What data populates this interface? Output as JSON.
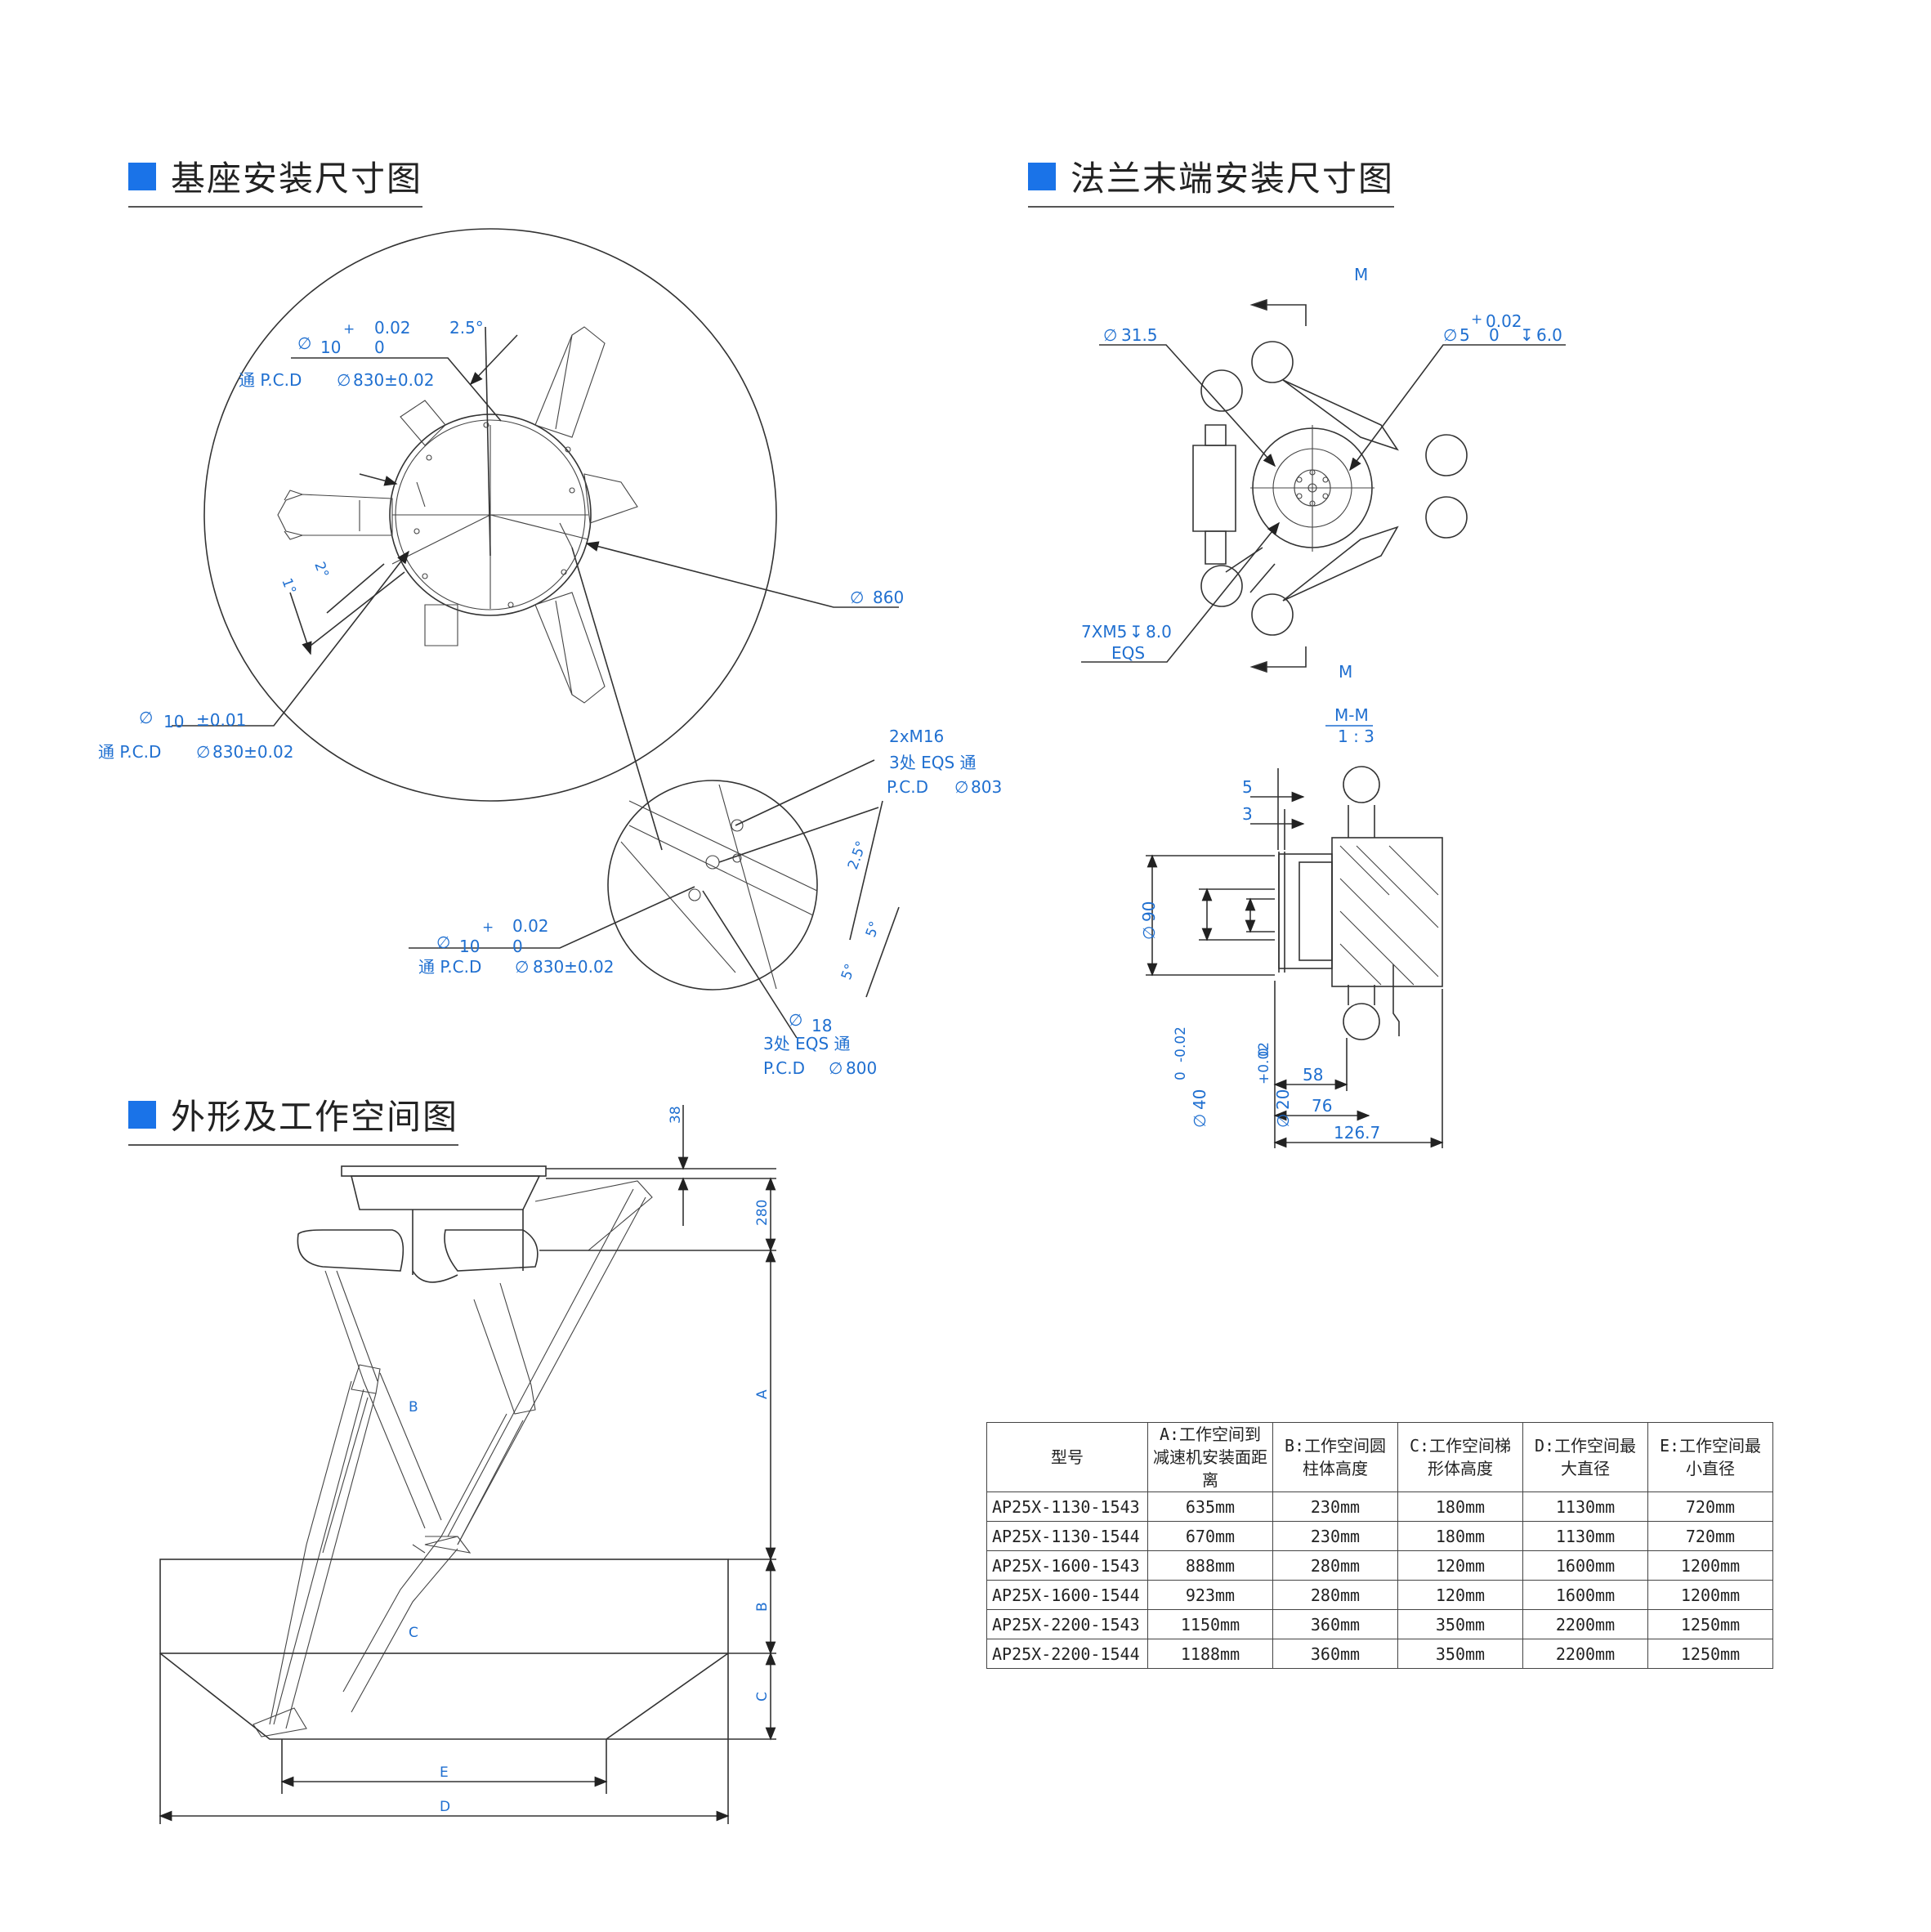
{
  "sections": {
    "base": "基座安装尺寸图",
    "flange": "法兰末端安装尺寸图",
    "outline": "外形及工作空间图"
  },
  "base_dims": {
    "d10": "10",
    "tol_plus": "+",
    "tol_up": "0.02",
    "tol_low": "0",
    "angle_25": "2.5°",
    "pcd_through": "通 P.C.D",
    "pcd_830": "830±0.02",
    "d860": "860",
    "angle_1": "1°",
    "angle_2": "2°",
    "d10_tol": "±0.01",
    "pcd_through2": "通 P.C.D",
    "pcd_830b": "830±0.02",
    "m16": "2xM16",
    "eqs3": "3处 EQS 通",
    "pcd_label": "P.C.D",
    "pcd_803": "803",
    "angle_25b": "2.5°",
    "angle_5a": "5°",
    "angle_5b": "5°",
    "d10b": "10",
    "tol_plus_b": "+",
    "tol_up_b": "0.02",
    "tol_low_b": "0",
    "pcd_through3": "通 P.C.D",
    "pcd_830c": "830±0.02",
    "d18": "18",
    "eqs3b": "3处 EQS 通",
    "pcd_label_b": "P.C.D",
    "pcd_800": "800"
  },
  "flange_dims": {
    "m_top": "M",
    "m_bottom": "M",
    "d31": "31.5",
    "d5": "5",
    "tol_plus": "+",
    "tol_up": "0.02",
    "tol_low": "0",
    "depth6": "6.0",
    "m5": "7XM5",
    "depth8": "8.0",
    "eqs": "EQS",
    "section": "M-M",
    "scale": "1 : 3",
    "d5b": "5",
    "d3": "3",
    "d90": "90",
    "d40": "40",
    "d40_tol_a": "0",
    "d40_tol_b": "-0.02",
    "d20": "20",
    "d20_tol_a": "+0.02",
    "d20_tol_b": "0",
    "l58": "58",
    "l76": "76",
    "l126": "126.7"
  },
  "outline_dims": {
    "d38": "38",
    "d280": "280",
    "A": "A",
    "B": "B",
    "C": "C",
    "D": "D",
    "E": "E",
    "B_in": "B",
    "C_in": "C"
  },
  "spec_table": {
    "headers": [
      "型号",
      "A:工作空间到减速机安装面距离",
      "B:工作空间圆柱体高度",
      "C:工作空间梯形体高度",
      "D:工作空间最大直径",
      "E:工作空间最小直径"
    ],
    "rows": [
      [
        "AP25X-1130-1543",
        "635mm",
        "230mm",
        "180mm",
        "1130mm",
        "720mm"
      ],
      [
        "AP25X-1130-1544",
        "670mm",
        "230mm",
        "180mm",
        "1130mm",
        "720mm"
      ],
      [
        "AP25X-1600-1543",
        "888mm",
        "280mm",
        "120mm",
        "1600mm",
        "1200mm"
      ],
      [
        "AP25X-1600-1544",
        "923mm",
        "280mm",
        "120mm",
        "1600mm",
        "1200mm"
      ],
      [
        "AP25X-2200-1543",
        "1150mm",
        "360mm",
        "350mm",
        "2200mm",
        "1250mm"
      ],
      [
        "AP25X-2200-1544",
        "1188mm",
        "360mm",
        "350mm",
        "2200mm",
        "1250mm"
      ]
    ]
  },
  "colors": {
    "accent": "#1a73e8",
    "dimension": "#1f6fd0",
    "line": "#333333"
  }
}
